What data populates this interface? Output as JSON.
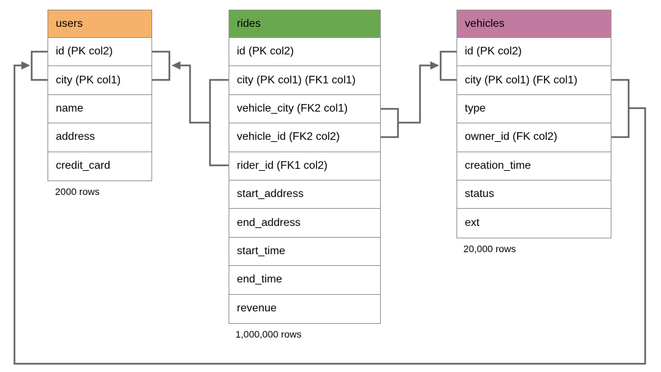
{
  "diagram": {
    "connector_color": "#666666",
    "tables": [
      {
        "name": "users",
        "header_color": "#F6B26B",
        "columns": [
          "id (PK col2)",
          "city (PK col1)",
          "name",
          "address",
          "credit_card"
        ],
        "row_count_label": "2000 rows"
      },
      {
        "name": "rides",
        "header_color": "#6AA84F",
        "columns": [
          "id (PK col2)",
          "city (PK col1) (FK1 col1)",
          "vehicle_city (FK2 col1)",
          "vehicle_id (FK2 col2)",
          "rider_id (FK1 col2)",
          "start_address",
          "end_address",
          "start_time",
          "end_time",
          "revenue"
        ],
        "row_count_label": "1,000,000 rows"
      },
      {
        "name": "vehicles",
        "header_color": "#C27BA0",
        "columns": [
          "id (PK col2)",
          "city (PK col1) (FK col1)",
          "type",
          "owner_id (FK col2)",
          "creation_time",
          "status",
          "ext"
        ],
        "row_count_label": "20,000 rows"
      }
    ],
    "relationships": [
      {
        "label": "FK1",
        "from_table": "rides",
        "from_columns": [
          "city",
          "rider_id"
        ],
        "to_table": "users",
        "to_columns": [
          "id",
          "city"
        ]
      },
      {
        "label": "FK2",
        "from_table": "rides",
        "from_columns": [
          "vehicle_city",
          "vehicle_id"
        ],
        "to_table": "vehicles",
        "to_columns": [
          "id",
          "city"
        ]
      },
      {
        "label": "FK",
        "from_table": "vehicles",
        "from_columns": [
          "city",
          "owner_id"
        ],
        "to_table": "users",
        "to_columns": [
          "id",
          "city"
        ]
      }
    ]
  }
}
